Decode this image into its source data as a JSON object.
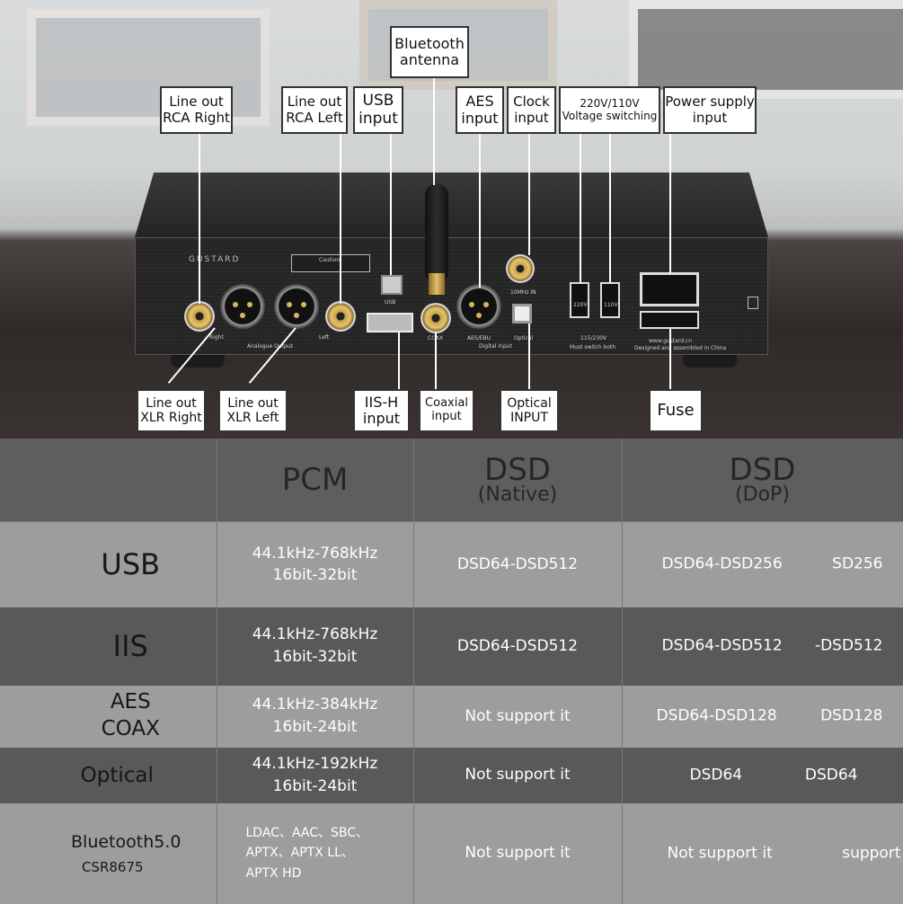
{
  "callouts": {
    "bluetooth_antenna": "Bluetooth\nantenna",
    "line_out_rca_right": "Line out\nRCA Right",
    "line_out_rca_left": "Line out\nRCA Left",
    "usb_input": "USB\ninput",
    "aes_input": "AES\ninput",
    "clock_input": "Clock\ninput",
    "voltage_switching": "220V/110V\nVoltage switching",
    "power_supply_input": "Power supply\ninput",
    "line_out_xlr_right": "Line out\nXLR Right",
    "line_out_xlr_left": "Line out\nXLR Left",
    "iis_h_input": "IIS-H\ninput",
    "coaxial_input": "Coaxial\ninput",
    "optical_input": "Optical\nINPUT",
    "fuse": "Fuse"
  },
  "device": {
    "brand": "GUSTARD",
    "silkscreen": {
      "right": "Right",
      "left": "Left",
      "analogue_output": "Analogue Output",
      "usb": "USB",
      "aes_ebu": "AES/EBU",
      "optical": "Optical",
      "coax": "COAX",
      "digital_input": "Digital Input",
      "clock_in": "10MHz IN",
      "v220": "220V",
      "v110": "110V",
      "switch_range": "115/230V",
      "must_switch": "Must switch both",
      "website": "www.gustard.cn",
      "assembled": "Designed and assembled in China",
      "caution": "Caution"
    }
  },
  "table": {
    "headers": [
      {
        "main": "",
        "sub": ""
      },
      {
        "main": "PCM",
        "sub": ""
      },
      {
        "main": "DSD",
        "sub": "(Native)"
      },
      {
        "main": "DSD",
        "sub": "(DoP)"
      }
    ],
    "rows": [
      {
        "label": "USB",
        "sublabel": "",
        "pcm": "44.1kHz-768kHz\n16bit-32bit",
        "native": "DSD64-DSD512",
        "dop": "DSD64-DSD256",
        "dop_ghost": "SD256"
      },
      {
        "label": "IIS",
        "sublabel": "",
        "pcm": "44.1kHz-768kHz\n16bit-32bit",
        "native": "DSD64-DSD512",
        "dop": "DSD64-DSD512",
        "dop_ghost": "-DSD512"
      },
      {
        "label": "AES\nCOAX",
        "sublabel": "",
        "pcm": "44.1kHz-384kHz\n16bit-24bit",
        "native": "Not support it",
        "dop": "DSD64-DSD128",
        "dop_ghost": "DSD128"
      },
      {
        "label": "Optical",
        "sublabel": "",
        "pcm": "44.1kHz-192kHz\n16bit-24bit",
        "native": "Not support it",
        "dop": "DSD64",
        "dop_ghost": "DSD64"
      },
      {
        "label": "Bluetooth5.0",
        "sublabel": "CSR8675",
        "pcm": "LDAC、AAC、SBC、\nAPTX、APTX LL、\nAPTX HD",
        "native": "Not support it",
        "dop": "Not support it",
        "dop_ghost": "support"
      }
    ]
  }
}
